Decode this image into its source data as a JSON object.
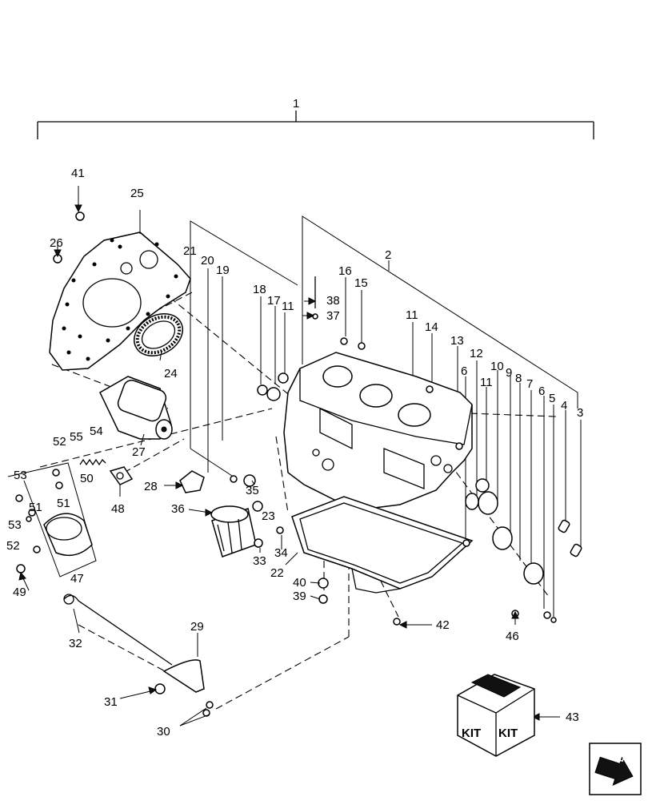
{
  "callouts": {
    "c1": "1",
    "c2": "2",
    "c3": "3",
    "c4": "4",
    "c5": "5",
    "c6a": "6",
    "c6b": "6",
    "c7": "7",
    "c8": "8",
    "c9": "9",
    "c10": "10",
    "c11a": "11",
    "c11b": "11",
    "c11c": "11",
    "c12": "12",
    "c13": "13",
    "c14": "14",
    "c15": "15",
    "c16": "16",
    "c17": "17",
    "c18": "18",
    "c19": "19",
    "c20": "20",
    "c21": "21",
    "c22": "22",
    "c23": "23",
    "c24": "24",
    "c25": "25",
    "c26": "26",
    "c27": "27",
    "c28": "28",
    "c29": "29",
    "c30": "30",
    "c31": "31",
    "c32": "32",
    "c33": "33",
    "c34": "34",
    "c35": "35",
    "c36": "36",
    "c37": "37",
    "c38": "38",
    "c39": "39",
    "c40": "40",
    "c41": "41",
    "c42": "42",
    "c43": "43",
    "c46": "46",
    "c47": "47",
    "c48": "48",
    "c49": "49",
    "c50": "50",
    "c51a": "51",
    "c51b": "51",
    "c52a": "52",
    "c52b": "52",
    "c53a": "53",
    "c53b": "53",
    "c54": "54",
    "c55": "55"
  },
  "kit": {
    "label_left": "KIT",
    "label_right": "KIT"
  },
  "icons": {
    "nav": "next-page-arrow-icon"
  }
}
